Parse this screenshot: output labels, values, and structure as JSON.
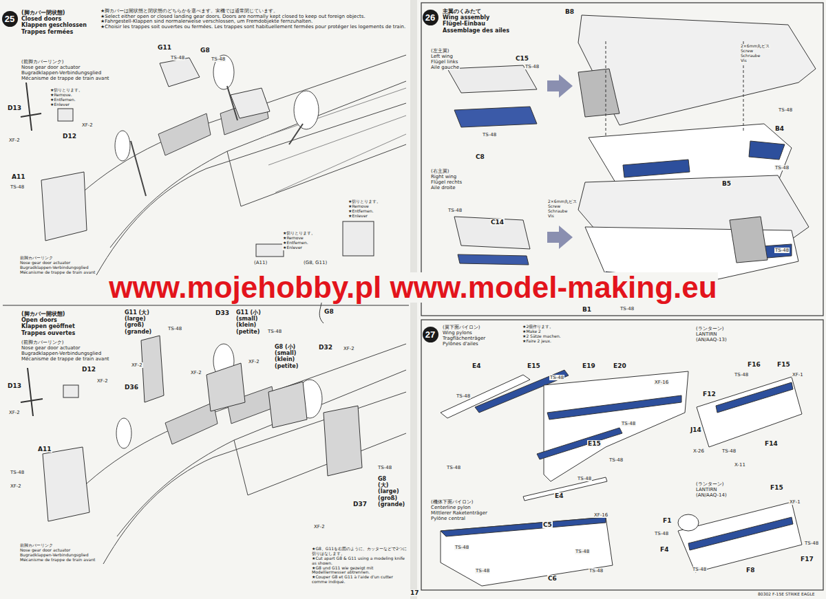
{
  "diagram": {
    "nodes": [
      {
        "text": [
          "25"
        ]
      },
      {
        "text": [
          "26"
        ]
      },
      {
        "text": [
          "27"
        ]
      }
    ],
    "labels": [
      "(脚カバー閉状態)",
      "Closed doors",
      "Klappen geschlossen",
      "Trappes fermées",
      "★脚カバーは開状態と閉状態のどちらかを選べます。実機では通常閉じています。",
      "★Select either open or closed landing gear doors. Doors are normally kept closed to keep out foreign objects.",
      "★Fahrgestell-Klappen sind normalerweise verschlossen, um Fremdobjekte fernzuhalten.",
      "★Choisir les trappes soit ouvertes ou fermées. Les trappes sont habituellement fermées pour protéger les logements de train.",
      "(前脚カバーリンク)",
      "Nose gear door actuator",
      "Bugradklappen-Verbindungsglied",
      "Mécanisme de trappe de train avant",
      "★切りとります。",
      "★Remove.",
      "★Entfernen.",
      "★Enlever",
      "D13",
      "XF-2",
      "D12",
      "XF-2",
      "G11",
      "G8",
      "TS-48",
      "TS-48",
      "A11",
      "TS-48",
      "前脚カバーリンク",
      "Nose gear door actuator",
      "Bugradklappen-Verbindungsglied",
      "Mécanisme de trappe de train avant",
      "★切りとります。",
      "★Remove",
      "★Entfernen.",
      "★Enlever",
      "★切りとります。",
      "★Remove",
      "★Entfernen.",
      "★Enlever",
      "(A11)",
      "(G8, G11)",
      "G8",
      "(脚カバー開状態)",
      "Open doors",
      "Klappen geöffnet",
      "Trappes ouvertes",
      "(前脚カバーリンク)",
      "Nose gear door actuator",
      "Bugradklappen-Verbindungsglied",
      "Mécanisme de trappe de train avant",
      "D12",
      "D13",
      "XF-2",
      "XF-2",
      "G11 (大)",
      "(large)",
      "(groß)",
      "(grande)",
      "TS-48",
      "D33",
      "G11 (小)",
      "(small)",
      "(klein)",
      "(petite)",
      "TS-48",
      "XF-2",
      "D36",
      "XF-2",
      "XF-2",
      "G8 (小)",
      "(small)",
      "(klein)",
      "(petite)",
      "D32",
      "XF-2",
      "A11",
      "TS-48",
      "XF-2",
      "TS-48",
      "G8",
      "(大)",
      "(large)",
      "(groß)",
      "(grande)",
      "D37",
      "XF-2",
      "前脚カバーリンク",
      "Nose gear door actuator",
      "Bugradklappen-Verbindungsglied",
      "Mécanisme de trappe de train avant",
      "★G8、G11を右図のように、カッターなどで2つに切りはなします。",
      "★Cut apart G8 & G11 using a modeling knife as shown.",
      "★G8 und G11 wie gezeigt mit Modelliermesser abtrennen.",
      "★Couper G8 et G11 à l'aide d'un cutter comme indiqué.",
      "主翼のくみたて",
      "Wing assembly",
      "Flügel-Einbau",
      "Assemblage des ailes",
      "(左主翼)",
      "Left wing",
      "Flügel links",
      "Aile gauche",
      "C15",
      "TS-48",
      "TS-48",
      "C8",
      "B8",
      "2×6mm丸ビス",
      "Screw",
      "Schraube",
      "Vis",
      "TS-48",
      "B4",
      "(右主翼)",
      "Right wing",
      "Flügel rechts",
      "Aile droite",
      "B5",
      "TS-48",
      "2×6mm丸ビス",
      "Screw",
      "Schraube",
      "Vis",
      "TS-48",
      "C14",
      "TS-48",
      "B1",
      "TS-48",
      "(翼下面パイロン)",
      "Wing pylons",
      "Tragflächenträger",
      "Pylônes d'ailes",
      "★2個作ります。",
      "★Make 2",
      "★2 Sätze machen.",
      "★Faire 2 jeux.",
      "E4",
      "E15",
      "TS-48",
      "E19",
      "E20",
      "XF-16",
      "TS-48",
      "TS-48",
      "E15",
      "TS-48",
      "TS-48",
      "TS-48",
      "E4",
      "(ランターン)",
      "LANTIRN",
      "(AN/AAQ-13)",
      "F16",
      "F15",
      "TS-48",
      "XF-1",
      "F12",
      "J14",
      "X-26",
      "TS-48",
      "F14",
      "X-11",
      "(ランターン)",
      "LANTIRN",
      "(AN/AAQ-14)",
      "F15",
      "XF-1",
      "F1",
      "TS-48",
      "F4",
      "TS-48",
      "TS-48",
      "F8",
      "F17",
      "(機体下面パイロン)",
      "Centerline pylon",
      "Mittlerer Raketenträger",
      "Pylône central",
      "C5",
      "XF-16",
      "TS-48",
      "TS-48",
      "TS-48",
      "TS-48",
      "C6",
      "17",
      "80302 F-15E STRIKE EAGLE",
      "www.mojehobby.pl www.model-making.eu"
    ]
  }
}
